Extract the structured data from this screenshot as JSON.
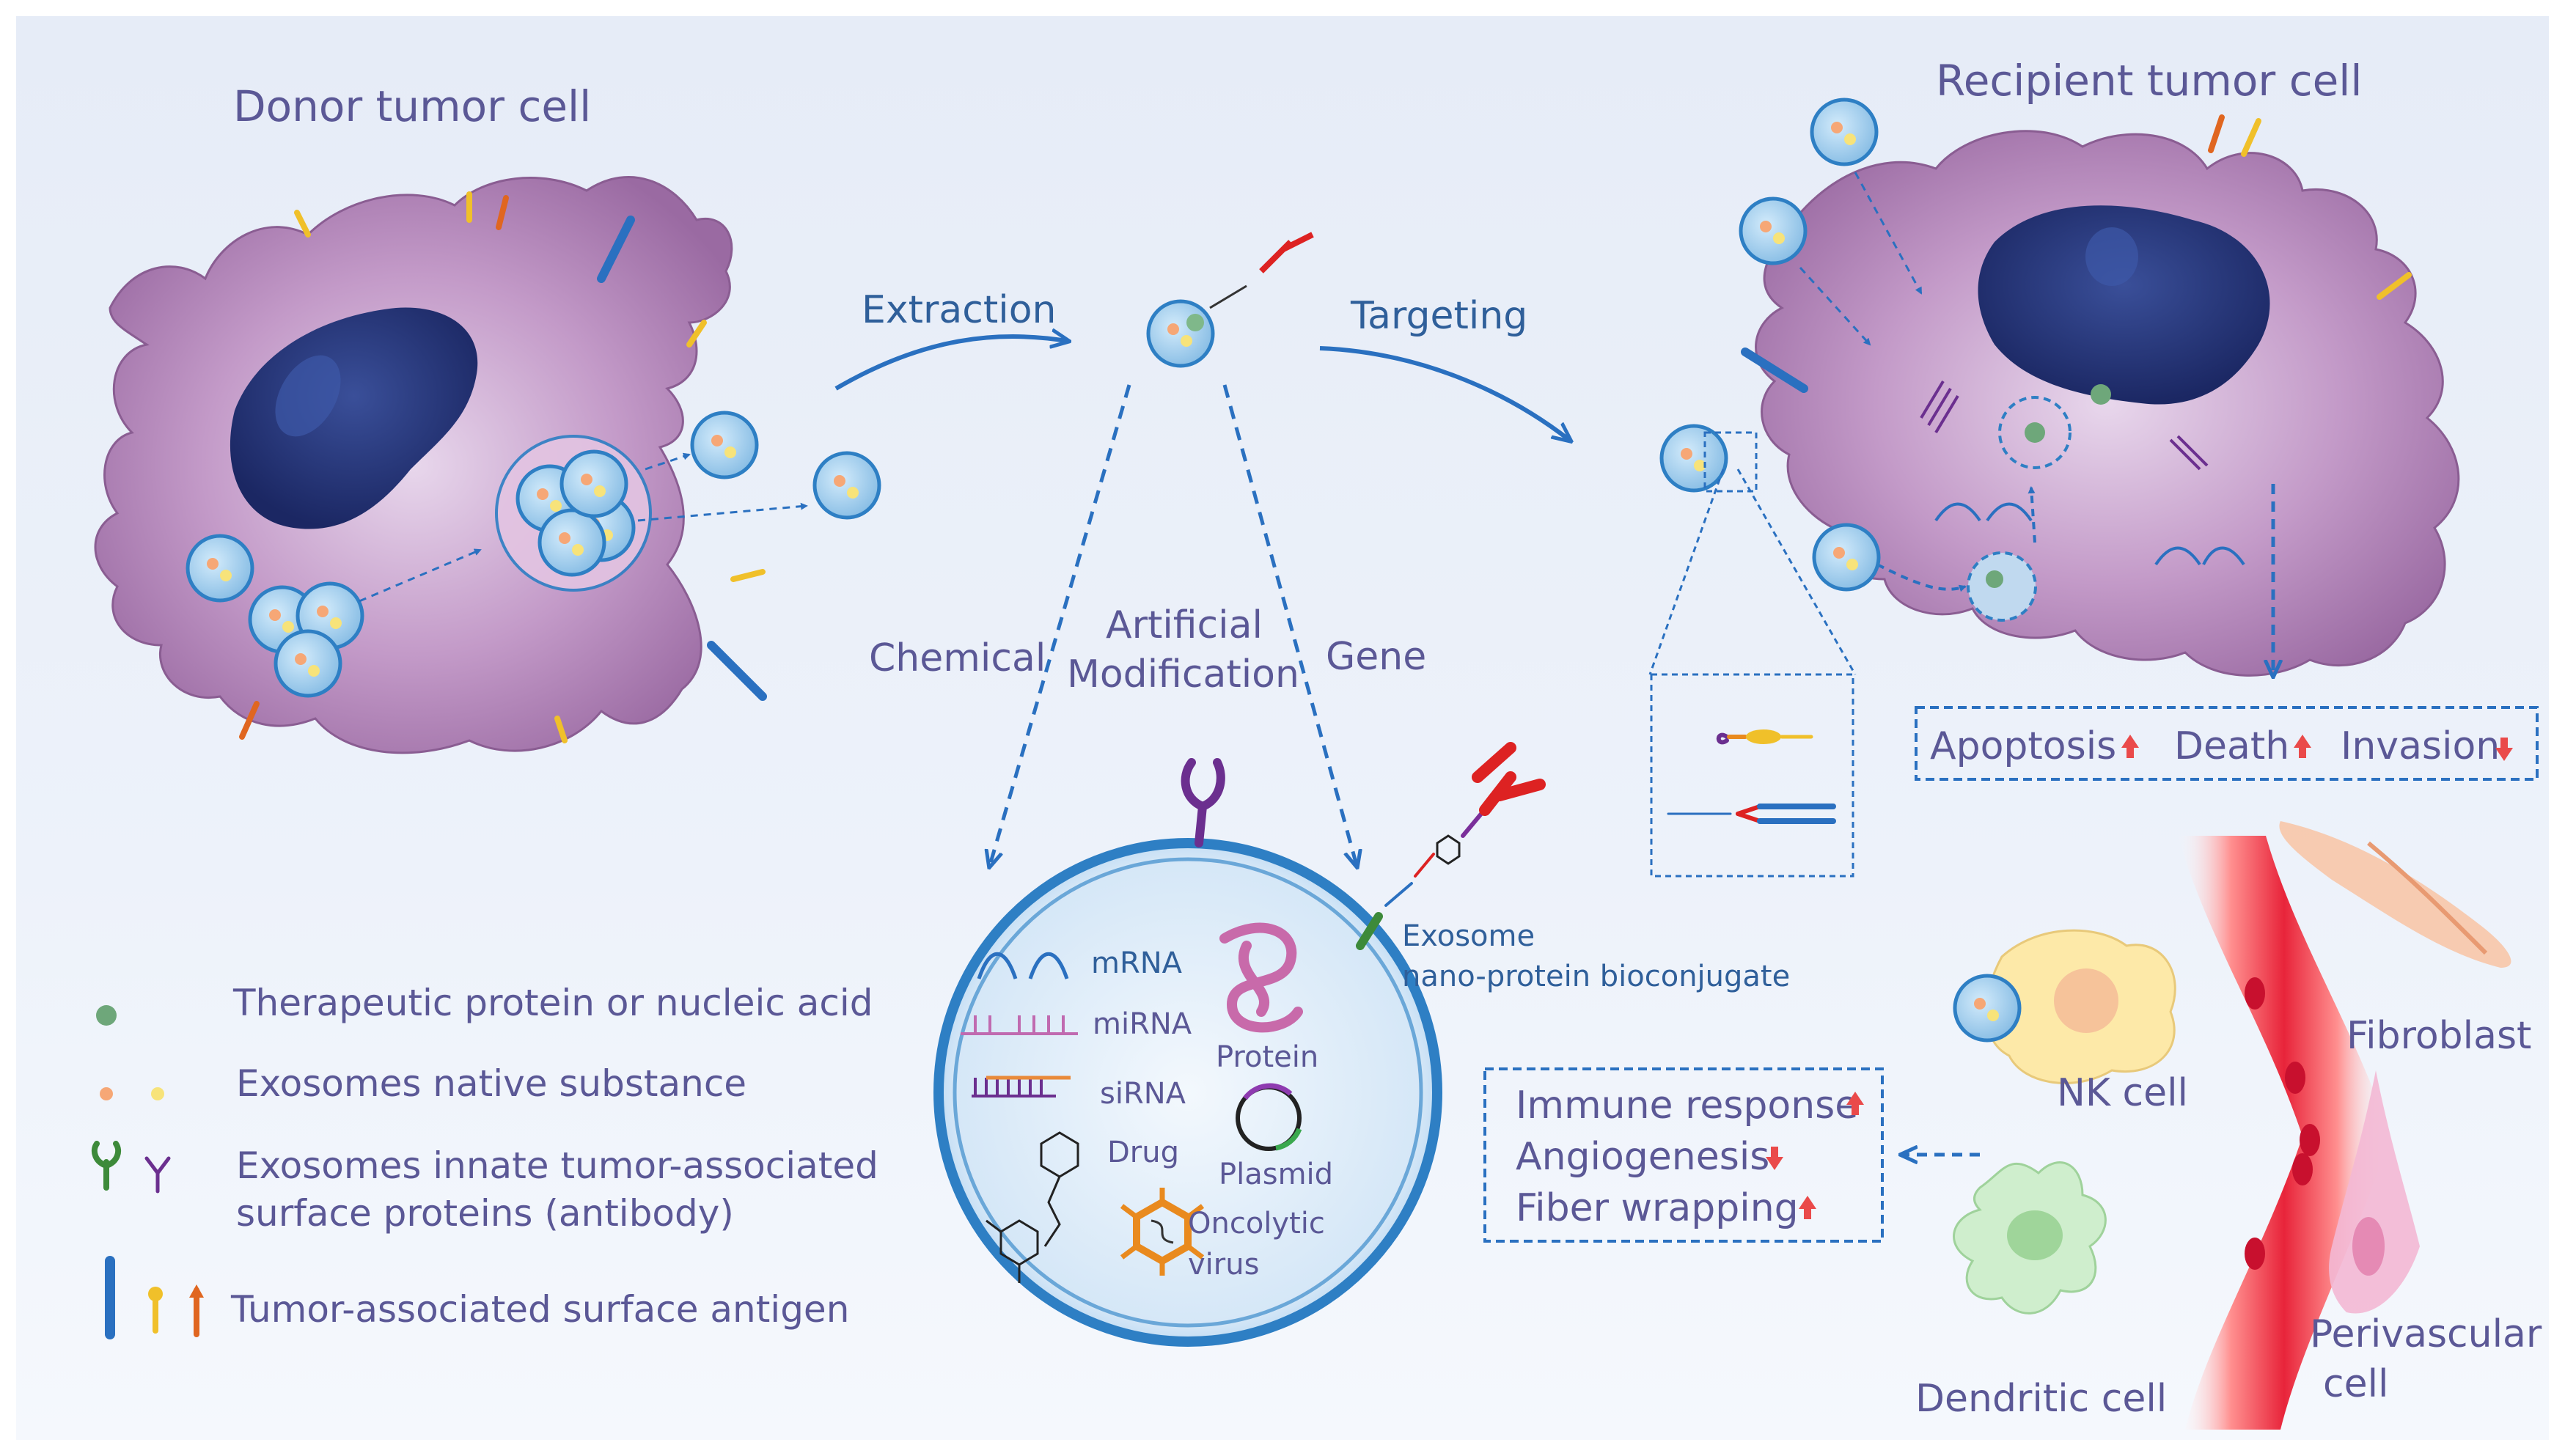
{
  "labels": {
    "donor_tumor_cell": "Donor tumor cell",
    "recipient_tumor_cell": "Recipient tumor cell",
    "extraction": "Extraction",
    "targeting": "Targeting",
    "chemical": "Chemical",
    "artificial": "Artificial",
    "modification": "Modification",
    "gene": "Gene",
    "exosome": "Exosome",
    "bioconjugate": "nano-protein bioconjugate",
    "nk_cell": "NK cell",
    "fibroblast": "Fibroblast",
    "dendritic_cell": "Dendritic cell",
    "perivascular_1": "Perivascular",
    "perivascular_2": "cell"
  },
  "cargo": {
    "mrna": "mRNA",
    "mirna": "miRNA",
    "sirna": "siRNA",
    "drug": "Drug",
    "protein": "Protein",
    "plasmid": "Plasmid",
    "oncolytic_1": "Oncolytic",
    "oncolytic_2": "virus"
  },
  "outcomes": {
    "apoptosis": "Apoptosis",
    "death": "Death",
    "invasion": "Invasion",
    "immune_response": "Immune response",
    "angiogenesis": "Angiogenesis",
    "fiber_wrapping": "Fiber wrapping"
  },
  "legend": {
    "therapeutic": "Therapeutic protein or nucleic acid",
    "native": "Exosomes native substance",
    "innate_1": "Exosomes innate tumor-associated",
    "innate_2": "surface proteins (antibody)",
    "antigen": "Tumor-associated surface antigen"
  },
  "colors": {
    "background_top": "#e9eef8",
    "background_bottom": "#f4f7fc",
    "cell_purple": "#a87aac",
    "nucleus": "#1f2f6e",
    "exosome_blue": "#8cc2e6",
    "arrow_blue": "#2a70c0",
    "vessel_red": "#e8243a",
    "up_arrow": "#ea4a4a"
  }
}
